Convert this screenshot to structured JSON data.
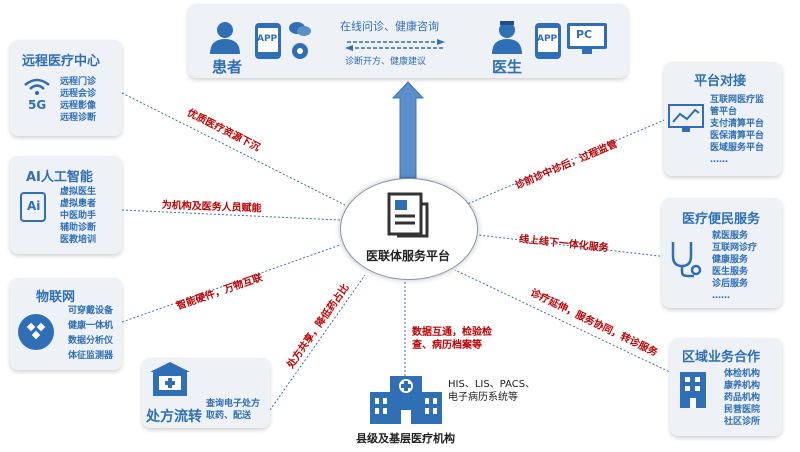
{
  "top": {
    "patient_label": "患者",
    "doctor_label": "医生",
    "app_label_1": "APP",
    "app_label_2": "APP",
    "pc_label": "PC",
    "line1": "在线问诊、健康咨询",
    "line2": "诊断开方、健康建议"
  },
  "left_panels": [
    {
      "title": "远程医疗中心",
      "badge": "5G",
      "items": [
        "远程门诊",
        "远程会诊",
        "远程影像",
        "远程诊断"
      ]
    },
    {
      "title": "AI人工智能",
      "badge": "Ai",
      "items": [
        "虚拟医生",
        "虚拟患者",
        "中医助手",
        "辅助诊断",
        "医教培训"
      ]
    },
    {
      "title": "物联网",
      "items": [
        "可穿戴设备",
        "健康一体机",
        "数据分析仪",
        "体征监测器"
      ]
    },
    {
      "title": "处方流转",
      "items": [
        "查询电子处方",
        "取药、配送"
      ]
    }
  ],
  "right_panels": [
    {
      "title": "平台对接",
      "items": [
        "互联网医疗监",
        "管平台",
        "支付清算平台",
        "医保清算平台",
        "医域服务平台",
        "……"
      ]
    },
    {
      "title": "医疗便民服务",
      "items": [
        "就医服务",
        "互联网诊疗",
        "健康服务",
        "医生服务",
        "诊后服务",
        "……"
      ]
    },
    {
      "title": "区域业务合作",
      "items": [
        "体检机构",
        "康养机构",
        "药品机构",
        "民营医院",
        "社区诊所"
      ]
    }
  ],
  "center": {
    "title": "医联体服务平台"
  },
  "bottom": {
    "label": "县级及基层医疗机构",
    "systems_line1": "HIS、LIS、PACS、",
    "systems_line2": "电子病历系统等"
  },
  "connectors": {
    "l1": "优质医疗资源下沉",
    "l2": "为机构及医务人员赋能",
    "l3": "智能硬件，万物互联",
    "l4": "处方共享，降低药占比",
    "r1": "诊前诊中诊后，过程监管",
    "r2": "线上线下一体化服务",
    "r3": "诊疗延伸，服务协同，转诊服务",
    "b_line1": "数据互通，检验检",
    "b_line2": "查、病历档案等"
  },
  "colors": {
    "accent": "#2e6fb6",
    "label_red": "#c00000",
    "panel_bg": "#eef1f6",
    "arrow": "#5b8fc9"
  }
}
